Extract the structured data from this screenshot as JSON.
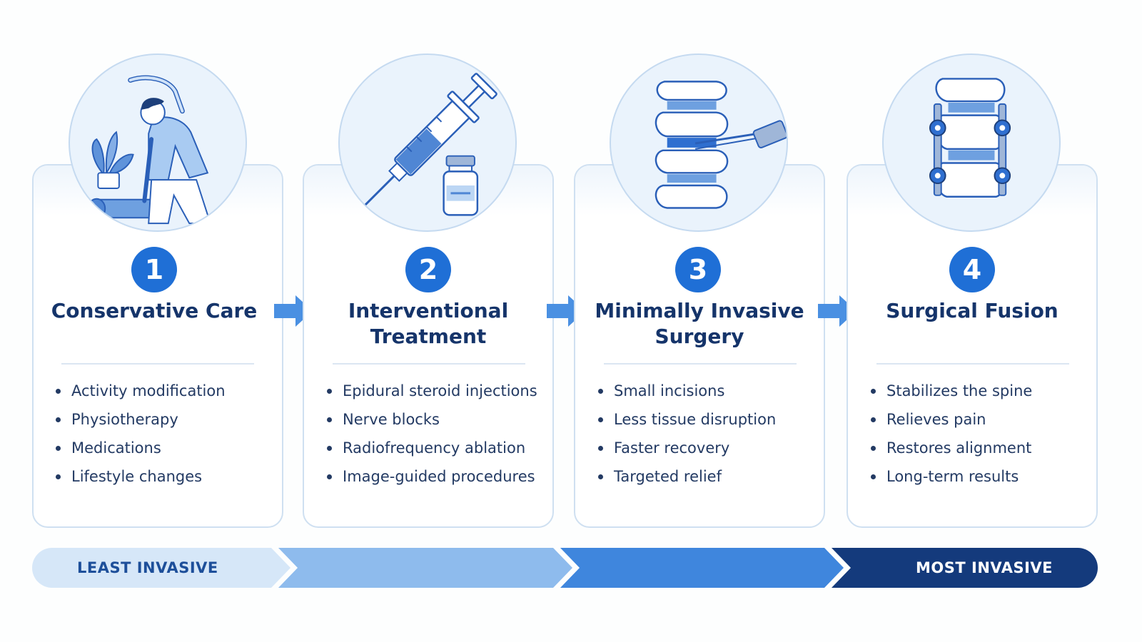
{
  "steps": [
    {
      "number": "1",
      "title": "Conservative Care",
      "items": [
        "Activity modification",
        "Physiotherapy",
        "Medications",
        "Lifestyle changes"
      ]
    },
    {
      "number": "2",
      "title": "Interventional Treatment",
      "items": [
        "Epidural steroid injections",
        "Nerve blocks",
        "Radiofrequency ablation",
        "Image-guided procedures"
      ]
    },
    {
      "number": "3",
      "title": "Minimally Invasive Surgery",
      "items": [
        "Small incisions",
        "Less tissue disruption",
        "Faster recovery",
        "Targeted relief"
      ]
    },
    {
      "number": "4",
      "title": "Surgical Fusion",
      "items": [
        "Stabilizes the spine",
        "Relieves pain",
        "Restores alignment",
        "Long-term results"
      ]
    }
  ],
  "scale": {
    "least_label": "LEAST INVASIVE",
    "most_label": "MOST INVASIVE"
  },
  "colors": {
    "accent": "#1f6fd6",
    "title_text": "#15346a",
    "body_text": "#233a63",
    "card_border": "#cfe0f1",
    "band_1": "#d6e7f8",
    "band_2": "#8ebbed",
    "band_3": "#3f86dd",
    "band_4": "#143a7c"
  },
  "icons": [
    "person-stretching-icon",
    "syringe-icon",
    "spine-endoscope-icon",
    "spinal-fusion-icon"
  ]
}
